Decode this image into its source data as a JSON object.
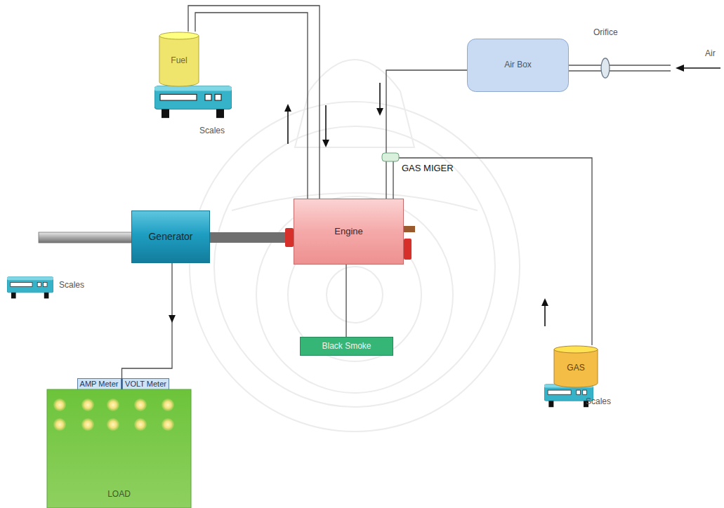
{
  "diagram": {
    "nodes": [
      {
        "text": [
          "Fuel"
        ]
      },
      {
        "text": [
          "Air Box"
        ]
      },
      {
        "text": [
          "Generator"
        ]
      },
      {
        "text": [
          "Engine"
        ]
      },
      {
        "text": [
          "AMP Meter"
        ]
      },
      {
        "text": [
          "VOLT Meter"
        ]
      },
      {
        "text": [
          "Black Smoke"
        ]
      },
      {
        "text": [
          "GAS"
        ]
      },
      {
        "text": [
          "LOAD"
        ]
      }
    ],
    "edges": [
      {
        "from": 0,
        "to": 3,
        "arrow": "to"
      },
      {
        "from": 3,
        "to": 0,
        "arrow": "to"
      },
      {
        "from": 1,
        "to": 3,
        "arrow": "to"
      },
      {
        "from": 7,
        "to": 3,
        "arrow": "to"
      },
      {
        "from": 2,
        "to": 3,
        "arrow": "none"
      },
      {
        "from": 2,
        "to": 8,
        "arrow": "to"
      },
      {
        "from": 3,
        "to": 6,
        "arrow": "none"
      }
    ],
    "labels": [
      "Scales",
      "Scales",
      "Scales",
      "Orifice",
      "Air",
      "GAS MIGER"
    ]
  }
}
